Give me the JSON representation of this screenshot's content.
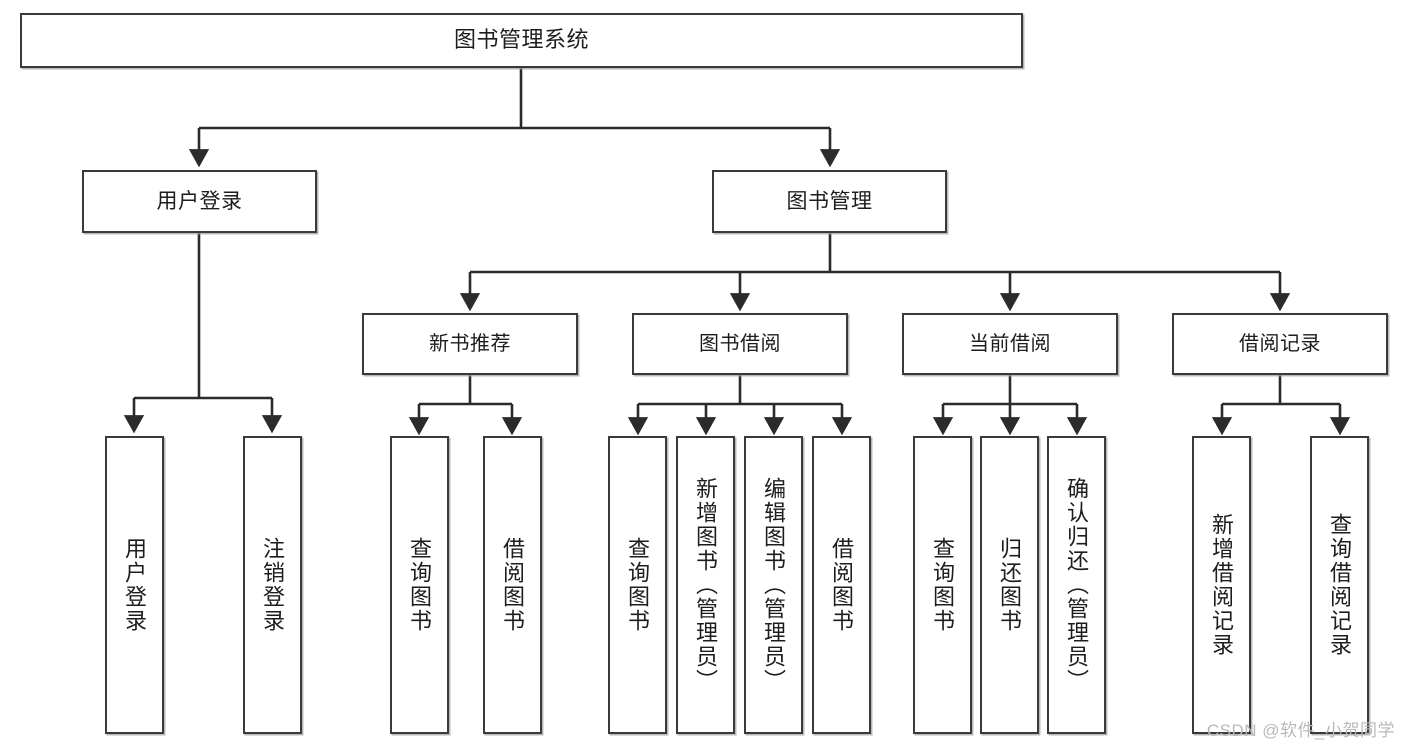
{
  "diagram": {
    "title": "图书管理系统",
    "type": "tree-hierarchy-chart",
    "root": {
      "label": "图书管理系统"
    },
    "level2": [
      {
        "label": "用户登录"
      },
      {
        "label": "图书管理"
      }
    ],
    "level3": [
      {
        "label": "新书推荐"
      },
      {
        "label": "图书借阅"
      },
      {
        "label": "当前借阅"
      },
      {
        "label": "借阅记录"
      }
    ],
    "leaves": [
      {
        "label": "用户登录"
      },
      {
        "label": "注销登录"
      },
      {
        "label": "查询图书"
      },
      {
        "label": "借阅图书"
      },
      {
        "label": "查询图书"
      },
      {
        "label": "新增图书（管理员）"
      },
      {
        "label": "编辑图书（管理员）"
      },
      {
        "label": "借阅图书"
      },
      {
        "label": "查询图书"
      },
      {
        "label": "归还图书"
      },
      {
        "label": "确认归还（管理员）"
      },
      {
        "label": "新增借阅记录"
      },
      {
        "label": "查询借阅记录"
      }
    ]
  },
  "watermark": {
    "text": "CSDN @软件_小贺同学"
  },
  "colors": {
    "border": "#3a3a3a",
    "text": "#1d1d1d",
    "background": "#ffffff",
    "edge": "#2b2b2b",
    "watermark": "#b9b9b9"
  }
}
